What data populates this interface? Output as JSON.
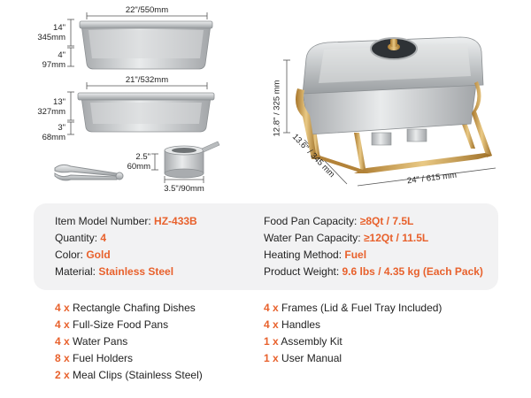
{
  "dimensions": {
    "full_pan_width": "22\"/550mm",
    "full_pan_depth_in": "14\"",
    "full_pan_depth_mm": "345mm",
    "full_pan_height_in": "4\"",
    "full_pan_height_mm": "97mm",
    "half_pan_width": "21\"/532mm",
    "half_pan_depth_in": "13\"",
    "half_pan_depth_mm": "327mm",
    "half_pan_height_in": "3\"",
    "half_pan_height_mm": "68mm",
    "fuel_height_in": "2.5\"",
    "fuel_height_mm": "60mm",
    "fuel_diameter": "3.5\"/90mm",
    "chafer_height": "12.8\" / 325 mm",
    "chafer_depth": "13.6\" / 345 mm",
    "chafer_width": "24\" / 615 mm"
  },
  "specs": {
    "left": [
      {
        "label": "Item Model Number: ",
        "value": "HZ-433B"
      },
      {
        "label": "Quantity: ",
        "value": "4"
      },
      {
        "label": "Color: ",
        "value": "Gold"
      },
      {
        "label": "Material: ",
        "value": "Stainless Steel"
      }
    ],
    "right": [
      {
        "label": "Food Pan Capacity: ",
        "value": "≥8Qt / 7.5L"
      },
      {
        "label": "Water Pan Capacity: ",
        "value": "≥12Qt / 11.5L"
      },
      {
        "label": "Heating Method: ",
        "value": "Fuel"
      },
      {
        "label": "Product Weight: ",
        "value": "9.6 lbs / 4.35 kg (Each Pack)"
      }
    ]
  },
  "items": {
    "left": [
      {
        "qty": "4 x",
        "name": " Rectangle Chafing Dishes"
      },
      {
        "qty": "4 x",
        "name": " Full-Size Food Pans"
      },
      {
        "qty": "4 x",
        "name": " Water Pans"
      },
      {
        "qty": "8 x",
        "name": " Fuel Holders"
      },
      {
        "qty": "2 x",
        "name": " Meal Clips (Stainless Steel)"
      }
    ],
    "right": [
      {
        "qty": "4 x",
        "name": " Frames (Lid & Fuel Tray Included)"
      },
      {
        "qty": "4 x",
        "name": " Handles"
      },
      {
        "qty": "1 x",
        "name": " Assembly Kit"
      },
      {
        "qty": "1 x",
        "name": " User Manual"
      }
    ]
  },
  "colors": {
    "accent": "#e8612c",
    "steel": "#c9cbcd",
    "gold": "#c99a4a",
    "panel": "#f2f2f3"
  }
}
